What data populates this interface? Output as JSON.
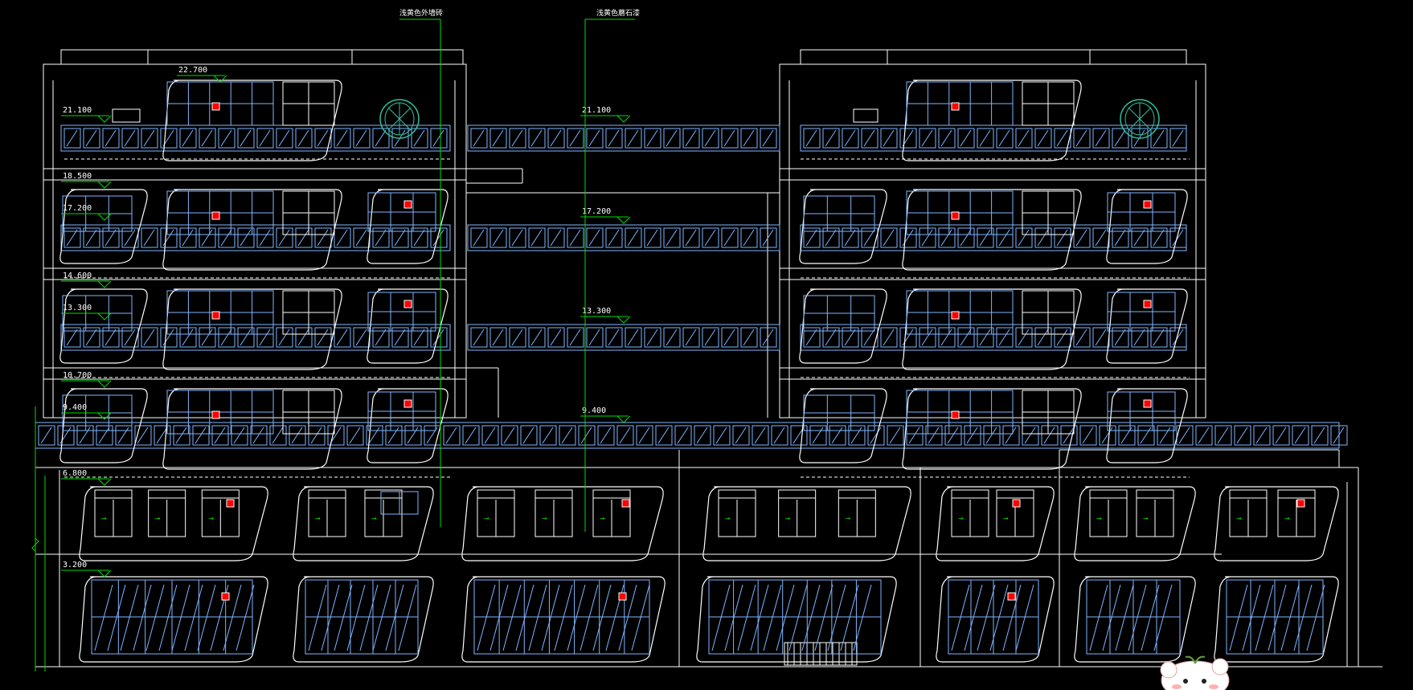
{
  "drawing": {
    "background": "#000000",
    "colors": {
      "outline": "#ffffff",
      "glass": "#7fb6ff",
      "leader": "#00dd00",
      "marker": "#ff0000",
      "porthole": "#30c0a0"
    },
    "annotations": [
      {
        "id": "callout-left",
        "text": "浅黄色外墙砖"
      },
      {
        "id": "callout-center",
        "text": "浅黄色蘑石漆"
      }
    ],
    "levels": [
      "22.700",
      "21.100",
      "18.500",
      "17.200",
      "14.600",
      "13.300",
      "10.700",
      "9.400",
      "6.800",
      "3.200"
    ],
    "center_levels": [
      "21.100",
      "17.200",
      "13.300",
      "9.400"
    ],
    "floors_upper": 4,
    "floors_lower": 2,
    "icons": [
      "porthole-window-icon",
      "cartoon-bear-icon"
    ]
  }
}
